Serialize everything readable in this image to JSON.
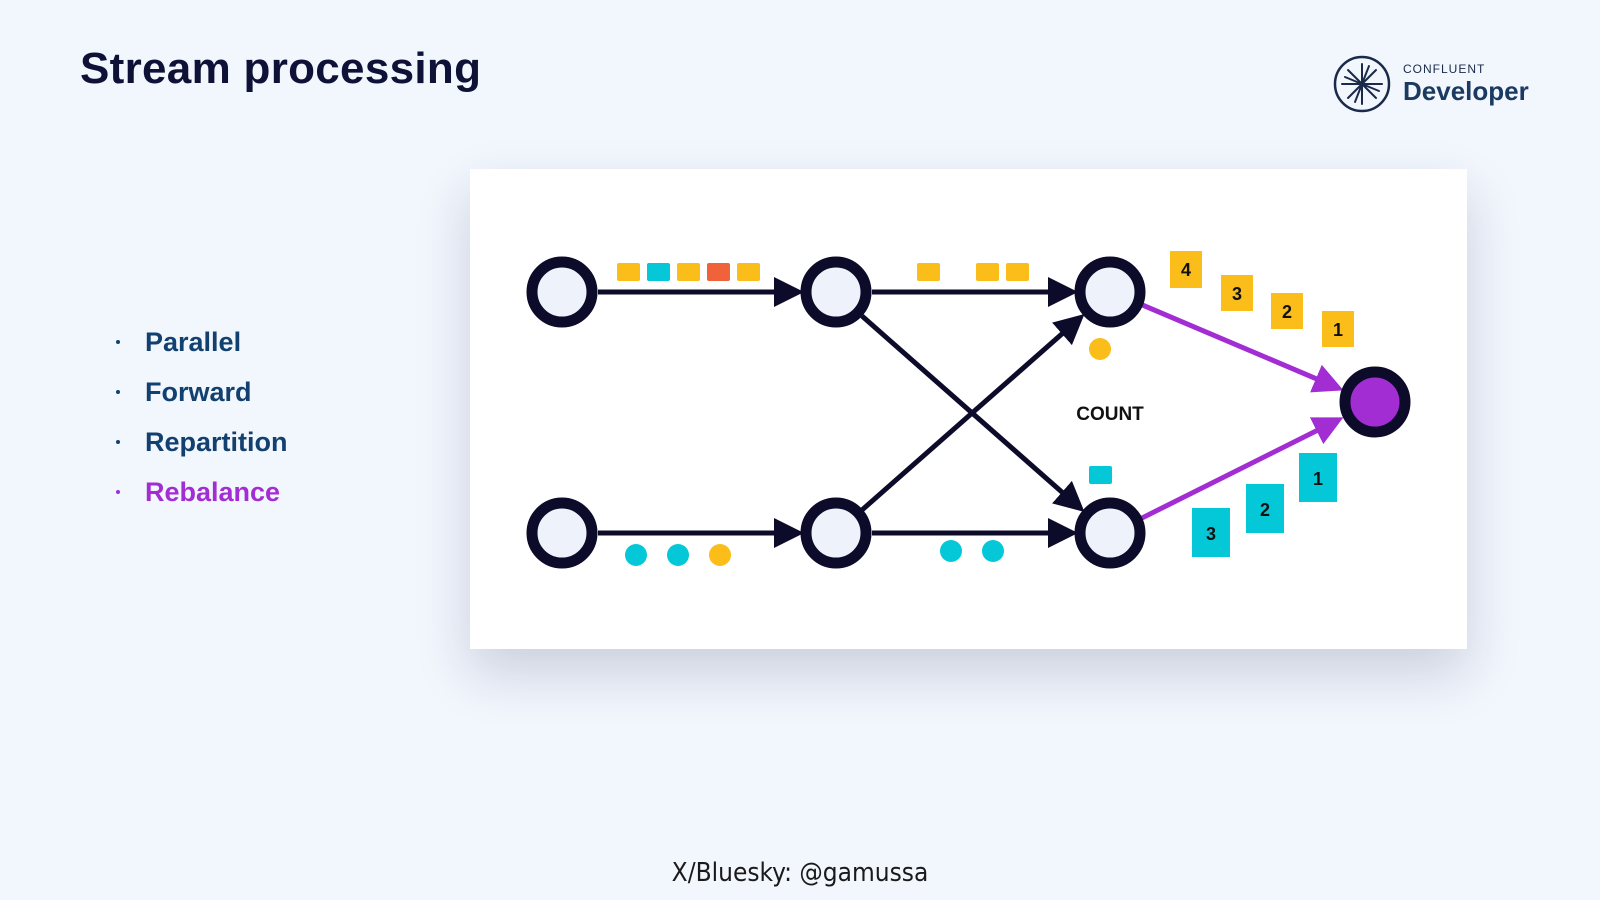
{
  "slide": {
    "title": "Stream processing"
  },
  "logo": {
    "small_text": "CONFLUENT",
    "big_text": "Developer",
    "icon": "confluent-starburst-icon"
  },
  "bullets": [
    {
      "label": "Parallel",
      "active": false
    },
    {
      "label": "Forward",
      "active": false
    },
    {
      "label": "Repartition",
      "active": false
    },
    {
      "label": "Rebalance",
      "active": true
    }
  ],
  "diagram": {
    "operator_label": "COUNT",
    "colors": {
      "node_ring": "#0c0b2a",
      "node_fill": "#eef2fb",
      "edge": "#0c0b2a",
      "rebalance_edge": "#a22ed3",
      "sink_fill": "#a22ed3",
      "yellow": "#fbbd19",
      "cyan": "#04c8d8",
      "orange": "#f0633a"
    },
    "top_output_records": [
      "4",
      "3",
      "2",
      "1"
    ],
    "bottom_output_records": [
      "3",
      "2",
      "1"
    ]
  },
  "footer": {
    "handle": "X/Bluesky: @gamussa"
  }
}
